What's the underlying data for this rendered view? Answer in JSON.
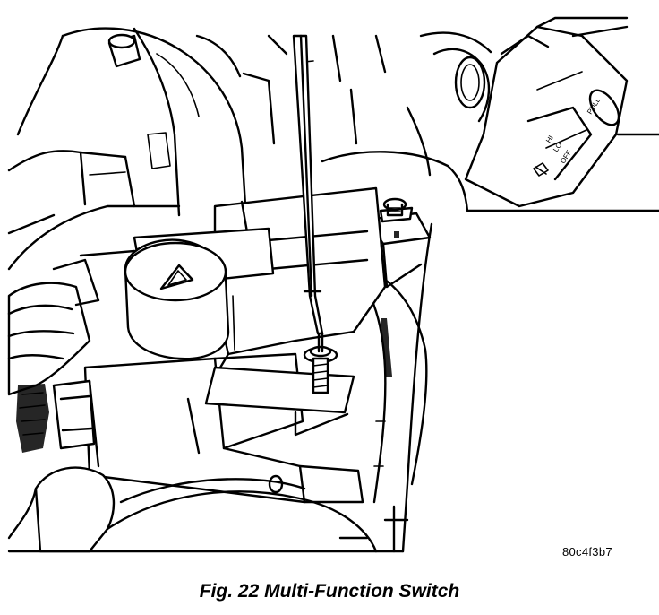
{
  "figure": {
    "caption": "Fig. 22 Multi-Function Switch",
    "reference_code": "80c4f3b7"
  },
  "switch_stalk": {
    "labels": [
      "HI",
      "LO",
      "OFF",
      "PULL"
    ]
  },
  "icons": {
    "hazard": "hazard-triangle-icon",
    "wiper": "wiper-symbol-icon"
  },
  "colors": {
    "ink": "#000000",
    "paper": "#ffffff"
  }
}
